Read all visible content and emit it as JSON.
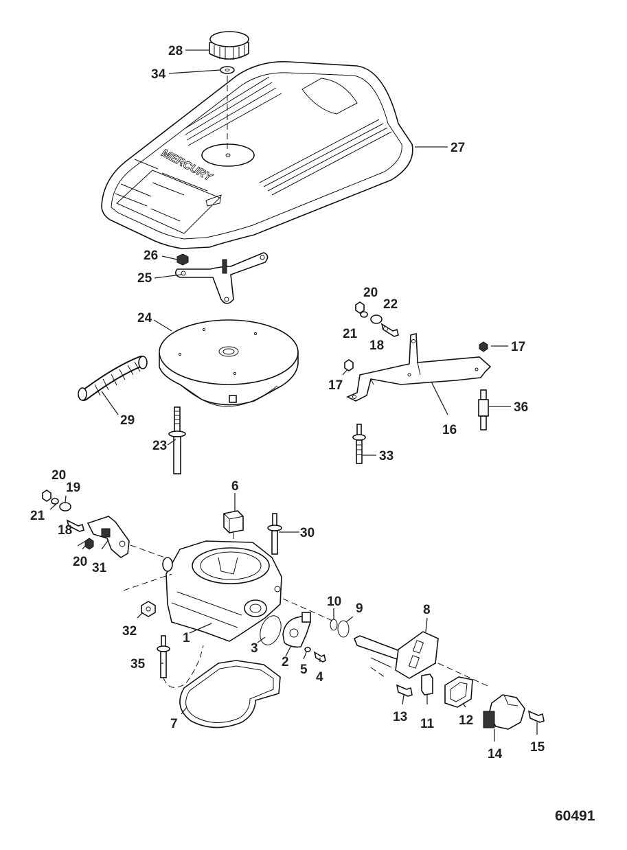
{
  "diagram": {
    "reference_number": "60491",
    "cover_logo_text": "MERCURY",
    "callouts": [
      {
        "id": "c28",
        "text": "28"
      },
      {
        "id": "c34",
        "text": "34"
      },
      {
        "id": "c27",
        "text": "27"
      },
      {
        "id": "c26",
        "text": "26"
      },
      {
        "id": "c25",
        "text": "25"
      },
      {
        "id": "c24",
        "text": "24"
      },
      {
        "id": "c29",
        "text": "29"
      },
      {
        "id": "c23",
        "text": "23"
      },
      {
        "id": "c20a",
        "text": "20"
      },
      {
        "id": "c22",
        "text": "22"
      },
      {
        "id": "c21a",
        "text": "21"
      },
      {
        "id": "c18a",
        "text": "18"
      },
      {
        "id": "c17a",
        "text": "17"
      },
      {
        "id": "c17b",
        "text": "17"
      },
      {
        "id": "c36",
        "text": "36"
      },
      {
        "id": "c16",
        "text": "16"
      },
      {
        "id": "c33",
        "text": "33"
      },
      {
        "id": "c20b",
        "text": "20"
      },
      {
        "id": "c19",
        "text": "19"
      },
      {
        "id": "c21b",
        "text": "21"
      },
      {
        "id": "c18b",
        "text": "18"
      },
      {
        "id": "c20c",
        "text": "20"
      },
      {
        "id": "c31",
        "text": "31"
      },
      {
        "id": "c6",
        "text": "6"
      },
      {
        "id": "c30",
        "text": "30"
      },
      {
        "id": "c32",
        "text": "32"
      },
      {
        "id": "c1",
        "text": "1"
      },
      {
        "id": "c35",
        "text": "35"
      },
      {
        "id": "c3",
        "text": "3"
      },
      {
        "id": "c2",
        "text": "2"
      },
      {
        "id": "c5",
        "text": "5"
      },
      {
        "id": "c4",
        "text": "4"
      },
      {
        "id": "c10",
        "text": "10"
      },
      {
        "id": "c9",
        "text": "9"
      },
      {
        "id": "c8",
        "text": "8"
      },
      {
        "id": "c7",
        "text": "7"
      },
      {
        "id": "c13",
        "text": "13"
      },
      {
        "id": "c11",
        "text": "11"
      },
      {
        "id": "c12",
        "text": "12"
      },
      {
        "id": "c14",
        "text": "14"
      },
      {
        "id": "c15",
        "text": "15"
      }
    ]
  }
}
